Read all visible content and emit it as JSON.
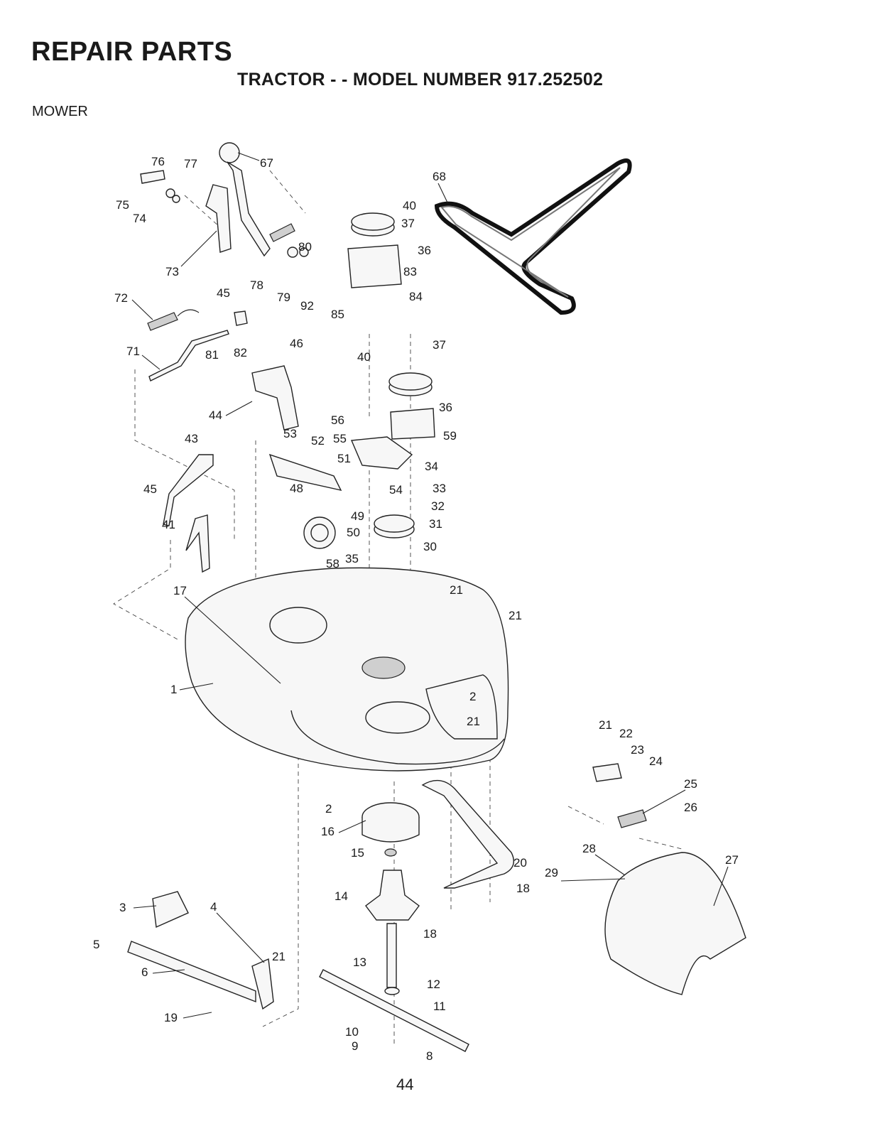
{
  "header": {
    "title": "REPAIR PARTS",
    "subtitle": "TRACTOR - - MODEL NUMBER 917.252502",
    "section": "MOWER"
  },
  "footer": {
    "page_number": "44"
  },
  "callouts": [
    "76",
    "77",
    "67",
    "75",
    "74",
    "73",
    "78",
    "79",
    "92",
    "80",
    "72",
    "45",
    "81",
    "82",
    "71",
    "46",
    "68",
    "40",
    "37",
    "36",
    "83",
    "84",
    "85",
    "40",
    "37",
    "36",
    "59",
    "44",
    "43",
    "53",
    "52",
    "56",
    "55",
    "51",
    "34",
    "33",
    "54",
    "48",
    "45",
    "41",
    "49",
    "50",
    "32",
    "31",
    "58",
    "35",
    "30",
    "17",
    "21",
    "21",
    "1",
    "2",
    "21",
    "2",
    "16",
    "15",
    "14",
    "20",
    "18",
    "18",
    "3",
    "4",
    "5",
    "6",
    "21",
    "19",
    "13",
    "12",
    "11",
    "10",
    "9",
    "8",
    "21",
    "22",
    "23",
    "24",
    "25",
    "26",
    "28",
    "27",
    "29"
  ]
}
